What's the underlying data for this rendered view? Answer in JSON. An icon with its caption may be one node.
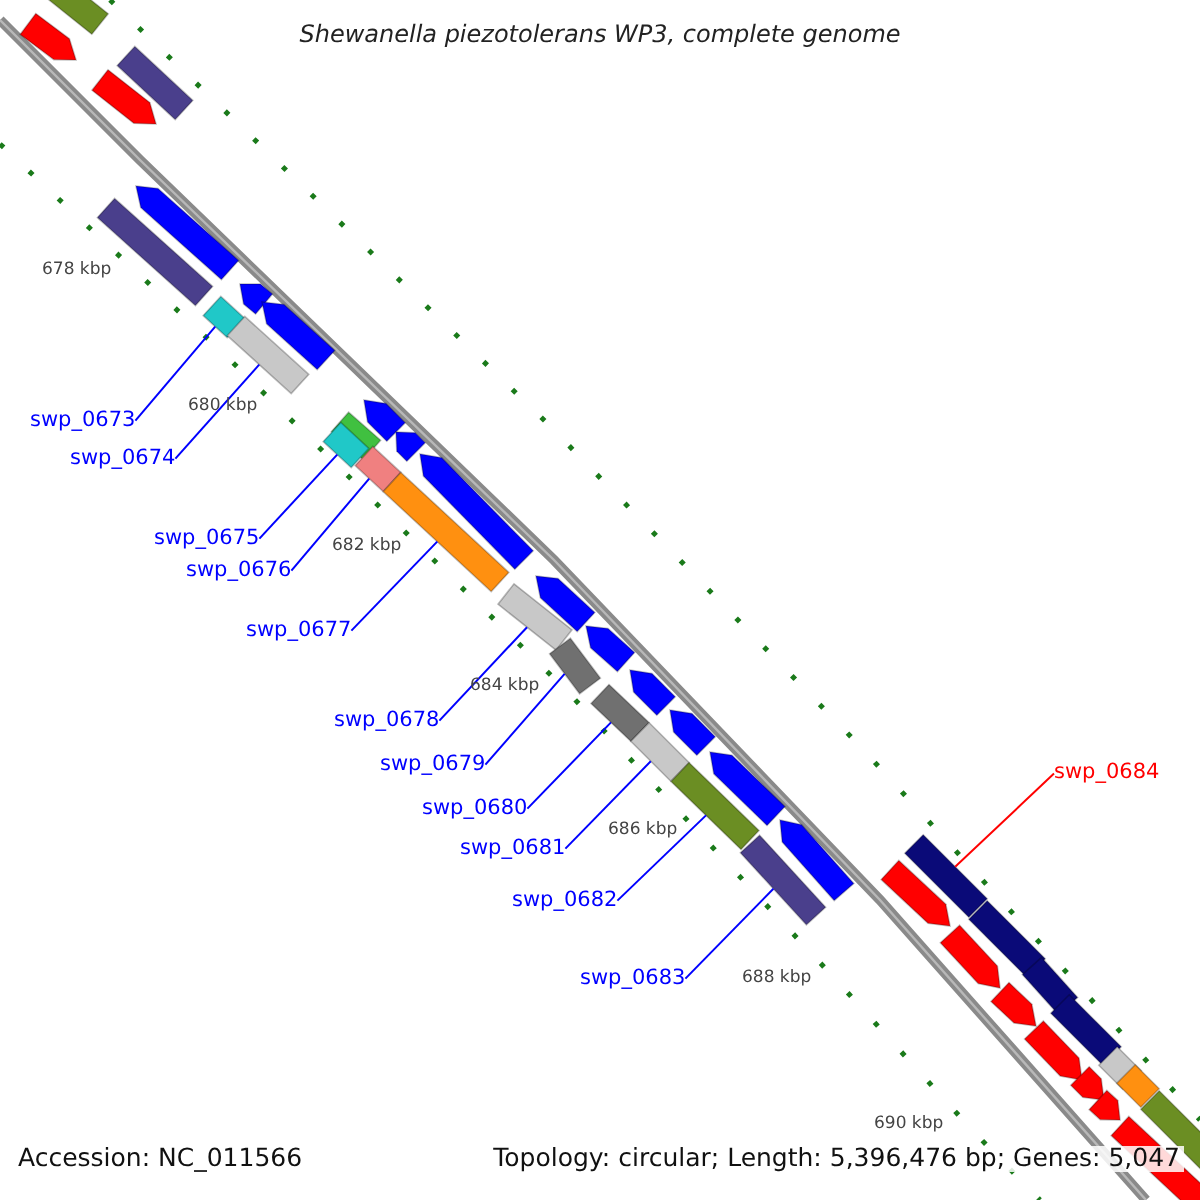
{
  "diagram": {
    "title": "Shewanella piezotolerans WP3, complete genome",
    "nodes": [
      {
        "text": [
          "swp_0673"
        ]
      },
      {
        "text": [
          "swp_0674"
        ]
      },
      {
        "text": [
          "swp_0675"
        ]
      },
      {
        "text": [
          "swp_0676"
        ]
      },
      {
        "text": [
          "swp_0677"
        ]
      },
      {
        "text": [
          "swp_0678"
        ]
      },
      {
        "text": [
          "swp_0679"
        ]
      },
      {
        "text": [
          "swp_0680"
        ]
      },
      {
        "text": [
          "swp_0681"
        ]
      },
      {
        "text": [
          "swp_0682"
        ]
      },
      {
        "text": [
          "swp_0683"
        ]
      },
      {
        "text": [
          "swp_0684"
        ]
      },
      {
        "text": [],
        "shape": "bar"
      },
      {
        "text": [],
        "shape": "arrow"
      },
      {
        "text": [],
        "shape": "bar"
      },
      {
        "text": [],
        "shape": "arrow"
      },
      {
        "text": [],
        "shape": "arrow"
      },
      {
        "text": [],
        "shape": "bar"
      },
      {
        "text": [],
        "shape": "arrow"
      },
      {
        "text": [],
        "shape": "arrow"
      },
      {
        "text": [],
        "shape": "bar"
      },
      {
        "text": [],
        "shape": "bar"
      },
      {
        "text": [],
        "shape": "arrow"
      },
      {
        "text": [],
        "shape": "bar"
      },
      {
        "text": [],
        "shape": "bar"
      },
      {
        "text": [],
        "shape": "arrow"
      },
      {
        "text": [],
        "shape": "arrow"
      },
      {
        "text": [],
        "shape": "bar"
      },
      {
        "text": [],
        "shape": "bar"
      },
      {
        "text": [],
        "shape": "arrow"
      },
      {
        "text": [],
        "shape": "bar"
      },
      {
        "text": [],
        "shape": "arrow"
      },
      {
        "text": [],
        "shape": "bar"
      },
      {
        "text": [],
        "shape": "arrow"
      },
      {
        "text": [],
        "shape": "bar"
      },
      {
        "text": [],
        "shape": "arrow"
      },
      {
        "text": [],
        "shape": "bar"
      },
      {
        "text": [],
        "shape": "arrow"
      },
      {
        "text": [],
        "shape": "bar"
      },
      {
        "text": [],
        "shape": "arrow"
      },
      {
        "text": [],
        "shape": "bar"
      },
      {
        "text": [],
        "shape": "bar"
      },
      {
        "text": [],
        "shape": "arrow"
      },
      {
        "text": [],
        "shape": "bar"
      },
      {
        "text": [],
        "shape": "arrow"
      },
      {
        "text": [],
        "shape": "bar"
      },
      {
        "text": [],
        "shape": "arrow"
      },
      {
        "text": [],
        "shape": "bar"
      },
      {
        "text": [],
        "shape": "arrow"
      },
      {
        "text": [],
        "shape": "bar"
      },
      {
        "text": [],
        "shape": "bar"
      },
      {
        "text": [],
        "shape": "arrow"
      },
      {
        "text": [],
        "shape": "arrow"
      },
      {
        "text": [],
        "shape": "bar"
      },
      {
        "text": [],
        "shape": "bar"
      }
    ],
    "edges": [
      {
        "from": 0,
        "to": 20,
        "arrow": "none"
      },
      {
        "from": 1,
        "to": 21,
        "arrow": "none"
      },
      {
        "from": 2,
        "to": 24,
        "arrow": "none"
      },
      {
        "from": 3,
        "to": 27,
        "arrow": "none"
      },
      {
        "from": 4,
        "to": 28,
        "arrow": "none"
      },
      {
        "from": 5,
        "to": 30,
        "arrow": "none"
      },
      {
        "from": 6,
        "to": 32,
        "arrow": "none"
      },
      {
        "from": 7,
        "to": 34,
        "arrow": "none"
      },
      {
        "from": 8,
        "to": 36,
        "arrow": "none"
      },
      {
        "from": 9,
        "to": 38,
        "arrow": "none"
      },
      {
        "from": 10,
        "to": 41,
        "arrow": "none"
      },
      {
        "from": 11,
        "to": 40,
        "arrow": "none",
        "color": "#ff0000"
      }
    ],
    "labels": [
      "678 kbp",
      "680 kbp",
      "682 kbp",
      "684 kbp",
      "686 kbp",
      "688 kbp",
      "690 kbp",
      "Accession: NC_011566",
      "Topology: circular; Length: 5,396,476 bp; Genes: 5,047"
    ]
  }
}
